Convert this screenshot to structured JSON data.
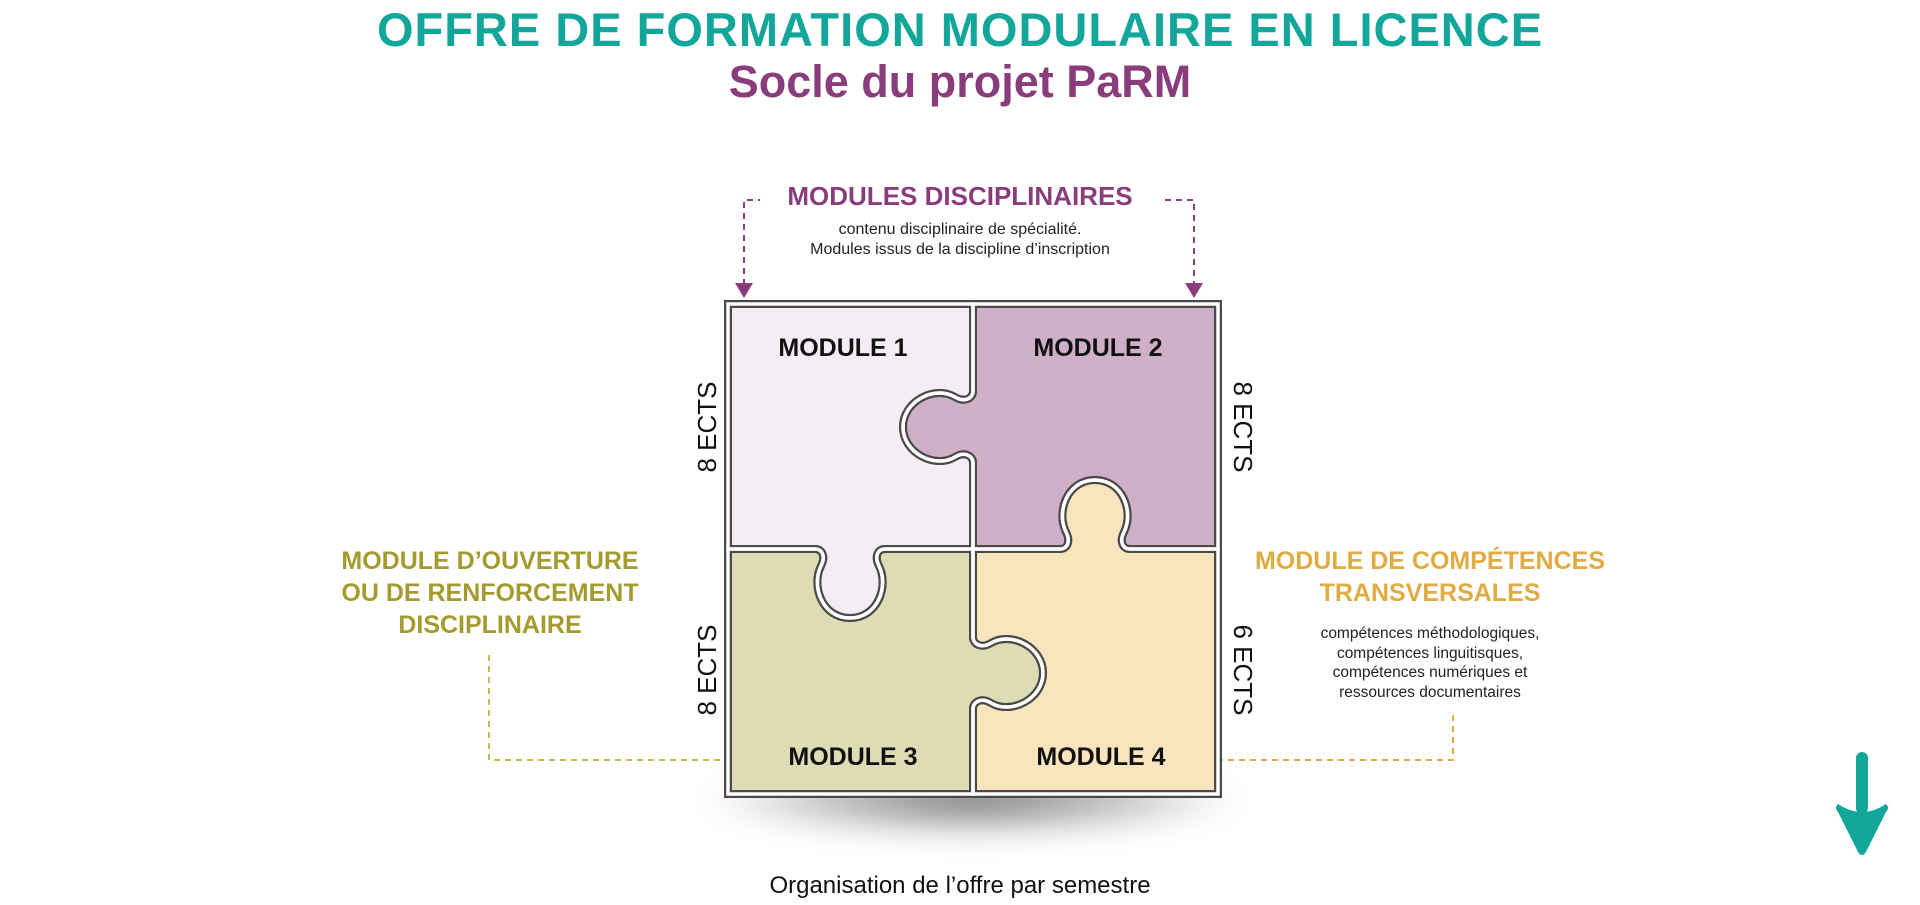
{
  "title": "OFFRE DE FORMATION MODULAIRE EN LICENCE",
  "subtitle": "Socle du projet PaRM",
  "disciplinary": {
    "heading": "MODULES DISCIPLINAIRES",
    "description_lines": [
      "contenu disciplinaire de spécialité.",
      "Modules issus de la discipline d’inscription"
    ],
    "color": "#8a3d7c"
  },
  "opening": {
    "heading_lines": [
      "MODULE D’OUVERTURE",
      "OU DE RENFORCEMENT",
      "DISCIPLINAIRE"
    ],
    "color": "#a49a2e"
  },
  "transversal": {
    "heading_lines": [
      "MODULE DE COMPÉTENCES",
      "TRANSVERSALES"
    ],
    "description_lines": [
      "compétences méthodologiques,",
      "compétences linguitisques,",
      "compétences numériques et",
      "ressources documentaires"
    ],
    "color": "#e0ac41"
  },
  "modules": [
    {
      "label": "MODULE 1",
      "ects": "8 ECTS",
      "fill": "#f4edf4"
    },
    {
      "label": "MODULE 2",
      "ects": "8 ECTS",
      "fill": "#d0b0c9"
    },
    {
      "label": "MODULE 3",
      "ects": "8 ECTS",
      "fill": "#dedcb5"
    },
    {
      "label": "MODULE 4",
      "ects": "6 ECTS",
      "fill": "#f8e4bd"
    }
  ],
  "caption": "Organisation de l’offre par semestre",
  "nav": {
    "icon": "arrow-down-icon",
    "color": "#13a69a"
  },
  "colors": {
    "title": "#13a69a",
    "subtitle": "#8a3d7c",
    "outline": "#4a4a4a"
  }
}
